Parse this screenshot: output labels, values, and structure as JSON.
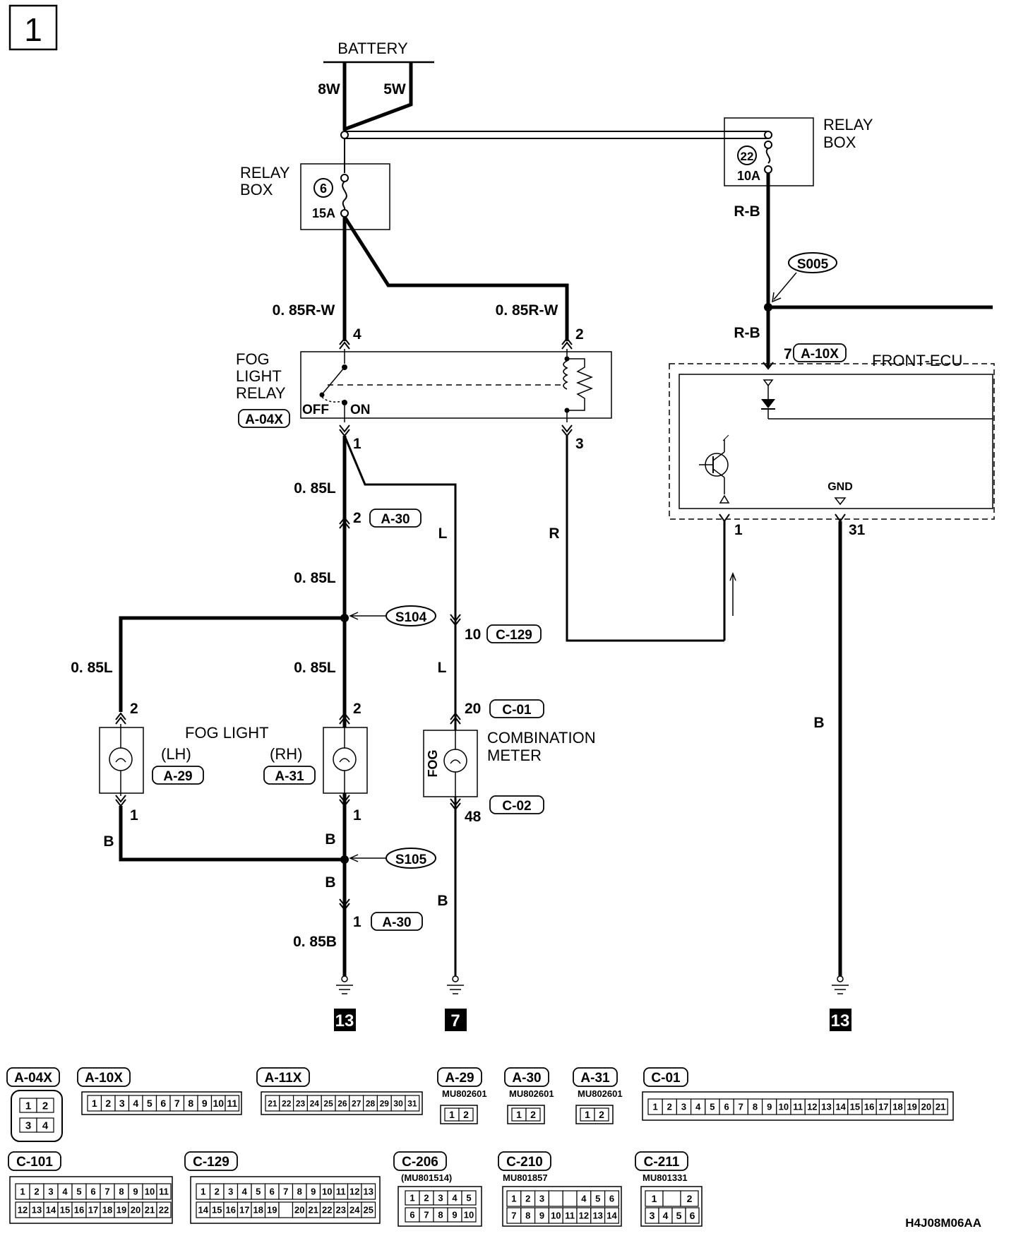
{
  "page_number": "1",
  "drawing_code": "H4J08M06AA",
  "battery": {
    "label": "BATTERY",
    "wire_left": "8W",
    "wire_right": "5W"
  },
  "relay_box_left": {
    "label_line1": "RELAY",
    "label_line2": "BOX",
    "fuse_number": "6",
    "fuse_rating": "15A"
  },
  "relay_box_right": {
    "label_line1": "RELAY",
    "label_line2": "BOX",
    "fuse_number": "22",
    "fuse_rating": "10A"
  },
  "wires": {
    "relay_pin4": "0. 85R-W",
    "relay_pin2": "0. 85R-W",
    "rb_upper": "R-B",
    "rb_lower": "R-B",
    "relay_out_upper": "0. 85L",
    "relay_out_lower": "0. 85L",
    "meter_feed_upper": "L",
    "meter_feed_lower": "L",
    "coil_ground": "R",
    "lh_feed": "0. 85L",
    "rh_feed": "0. 85L",
    "lh_ground": "B",
    "rh_ground": "B",
    "ground_trunk": "B",
    "ground_final": "0. 85B",
    "meter_ground": "B",
    "ecu_ground": "B"
  },
  "splices": {
    "s005": "S005",
    "s104": "S104",
    "s105": "S105"
  },
  "fog_light_relay": {
    "line1": "FOG",
    "line2": "LIGHT",
    "line3": "RELAY",
    "connector": "A-04X",
    "off_label": "OFF",
    "on_label": "ON",
    "pin4": "4",
    "pin2": "2",
    "pin1": "1",
    "pin3": "3"
  },
  "front_ecu": {
    "label": "FRONT-ECU",
    "connector": "A-10X",
    "pin7": "7",
    "pin1": "1",
    "pin31": "31",
    "gnd_label": "GND"
  },
  "junctions": {
    "a30_upper_pin": "2",
    "a30_upper_conn": "A-30",
    "a30_lower_pin": "1",
    "a30_lower_conn": "A-30",
    "c129_pin": "10",
    "c129_conn": "C-129"
  },
  "fog_light": {
    "title": "FOG LIGHT",
    "lh_label": "(LH)",
    "lh_connector": "A-29",
    "lh_pin_top": "2",
    "lh_pin_bottom": "1",
    "rh_label": "(RH)",
    "rh_connector": "A-31",
    "rh_pin_top": "2",
    "rh_pin_bottom": "1"
  },
  "combination_meter": {
    "line1": "COMBINATION",
    "line2": "METER",
    "lamp_label": "FOG",
    "pin_top": "20",
    "conn_top": "C-01",
    "pin_bottom": "48",
    "conn_bottom": "C-02"
  },
  "grounds": {
    "g1": "13",
    "g2": "7",
    "g3": "13"
  },
  "connector_views": {
    "a04x": {
      "name": "A-04X",
      "pins": [
        "1",
        "2",
        "3",
        "4"
      ]
    },
    "a10x": {
      "name": "A-10X",
      "pins": [
        "1",
        "2",
        "3",
        "4",
        "5",
        "6",
        "7",
        "8",
        "9",
        "10",
        "11"
      ]
    },
    "a11x": {
      "name": "A-11X",
      "pins": [
        "21",
        "22",
        "23",
        "24",
        "25",
        "26",
        "27",
        "28",
        "29",
        "30",
        "31"
      ]
    },
    "a29": {
      "name": "A-29",
      "part": "MU802601",
      "pins": [
        "1",
        "2"
      ]
    },
    "a30": {
      "name": "A-30",
      "part": "MU802601",
      "pins": [
        "1",
        "2"
      ]
    },
    "a31": {
      "name": "A-31",
      "part": "MU802601",
      "pins": [
        "1",
        "2"
      ]
    },
    "c01": {
      "name": "C-01",
      "pins": [
        "1",
        "2",
        "3",
        "4",
        "5",
        "6",
        "7",
        "8",
        "9",
        "10",
        "11",
        "12",
        "13",
        "14",
        "15",
        "16",
        "17",
        "18",
        "19",
        "20",
        "21"
      ]
    },
    "c101": {
      "name": "C-101",
      "row1": [
        "1",
        "2",
        "3",
        "4",
        "5",
        "6",
        "7",
        "8",
        "9",
        "10",
        "11"
      ],
      "row2": [
        "12",
        "13",
        "14",
        "15",
        "16",
        "17",
        "18",
        "19",
        "20",
        "21",
        "22"
      ]
    },
    "c129": {
      "name": "C-129",
      "row1": [
        "1",
        "2",
        "3",
        "4",
        "5",
        "6",
        "7",
        "8",
        "9",
        "10",
        "11",
        "12",
        "13"
      ],
      "row2": [
        "14",
        "15",
        "16",
        "17",
        "18",
        "19",
        "",
        "20",
        "21",
        "22",
        "23",
        "24",
        "25"
      ]
    },
    "c206": {
      "name": "C-206",
      "part": "(MU801514)",
      "row1": [
        "1",
        "2",
        "3",
        "4",
        "5"
      ],
      "row2": [
        "6",
        "7",
        "8",
        "9",
        "10"
      ]
    },
    "c210": {
      "name": "C-210",
      "part": "MU801857",
      "row1": [
        "1",
        "2",
        "3",
        "",
        "",
        "4",
        "5",
        "6"
      ],
      "row2": [
        "7",
        "8",
        "9",
        "10",
        "11",
        "12",
        "13",
        "14"
      ]
    },
    "c211": {
      "name": "C-211",
      "part": "MU801331",
      "row1": [
        "1",
        "",
        "2"
      ],
      "row2": [
        "3",
        "4",
        "5",
        "6"
      ]
    }
  }
}
